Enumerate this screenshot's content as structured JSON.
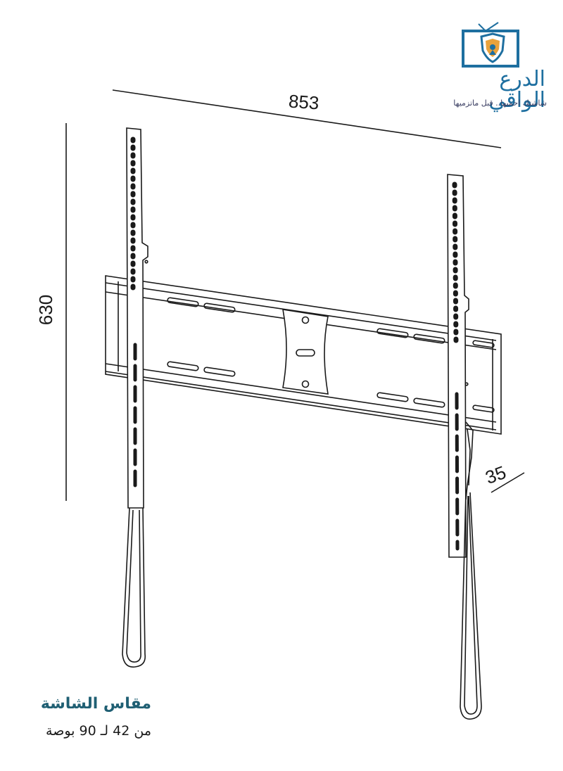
{
  "brand": {
    "name": "الدرع الواقي",
    "tagline": "شاشتك احميها.. قبل ماتزميها",
    "colors": {
      "primary": "#1e6fa0",
      "accent": "#e9a23b",
      "dark": "#3b3f63"
    },
    "icon": "shield-tv-logo-icon"
  },
  "dimensions": {
    "width": "853",
    "height": "630",
    "depth": "35"
  },
  "caption": {
    "title": "مقاس الشاشة",
    "subtitle": "من 42 لـ 90 بوصة",
    "title_color": "#1f5f73"
  },
  "illustration": {
    "subject": "tv-wall-mount-bracket-icon",
    "line_color": "#1a1a1a"
  }
}
